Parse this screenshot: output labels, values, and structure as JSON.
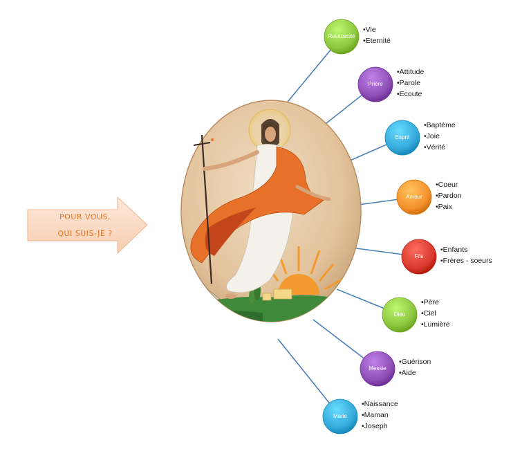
{
  "arrow": {
    "line1": "POUR VOUS,",
    "line2": "QUI SUIS-JE ?"
  },
  "colors": {
    "arrow_fill": "#fbe1cf",
    "arrow_text": "#e8772a",
    "green": "#8cc63f",
    "purple": "#8e4fb6",
    "cyan": "#35a9d9",
    "orange": "#f3912c",
    "red": "#d93a2e",
    "connector": "#4a7fb9"
  },
  "nodes": [
    {
      "label": "Ressuscité",
      "color": "green",
      "items": [
        "•Vie",
        "•Eternité"
      ]
    },
    {
      "label": "Prière",
      "color": "purple",
      "items": [
        "•Attitude",
        "•Parole",
        "•Ecoute"
      ]
    },
    {
      "label": "Esprit",
      "color": "cyan",
      "items": [
        "•Baptème",
        "•Joie",
        "•Vérité"
      ]
    },
    {
      "label": "Amour",
      "color": "orange",
      "items": [
        "•Coeur",
        "•Pardon",
        "•Paix"
      ]
    },
    {
      "label": "Fils",
      "color": "red",
      "items": [
        "•Enfants",
        "•Frères - soeurs"
      ]
    },
    {
      "label": "Dieu",
      "color": "green",
      "items": [
        "•Père",
        "•Ciel",
        "•Lumière"
      ]
    },
    {
      "label": "Messie",
      "color": "purple",
      "items": [
        "•Guérison",
        "•Aide"
      ]
    },
    {
      "label": "Marie",
      "color": "cyan",
      "items": [
        "•Naissance",
        "•Maman",
        "•Joseph"
      ]
    }
  ]
}
